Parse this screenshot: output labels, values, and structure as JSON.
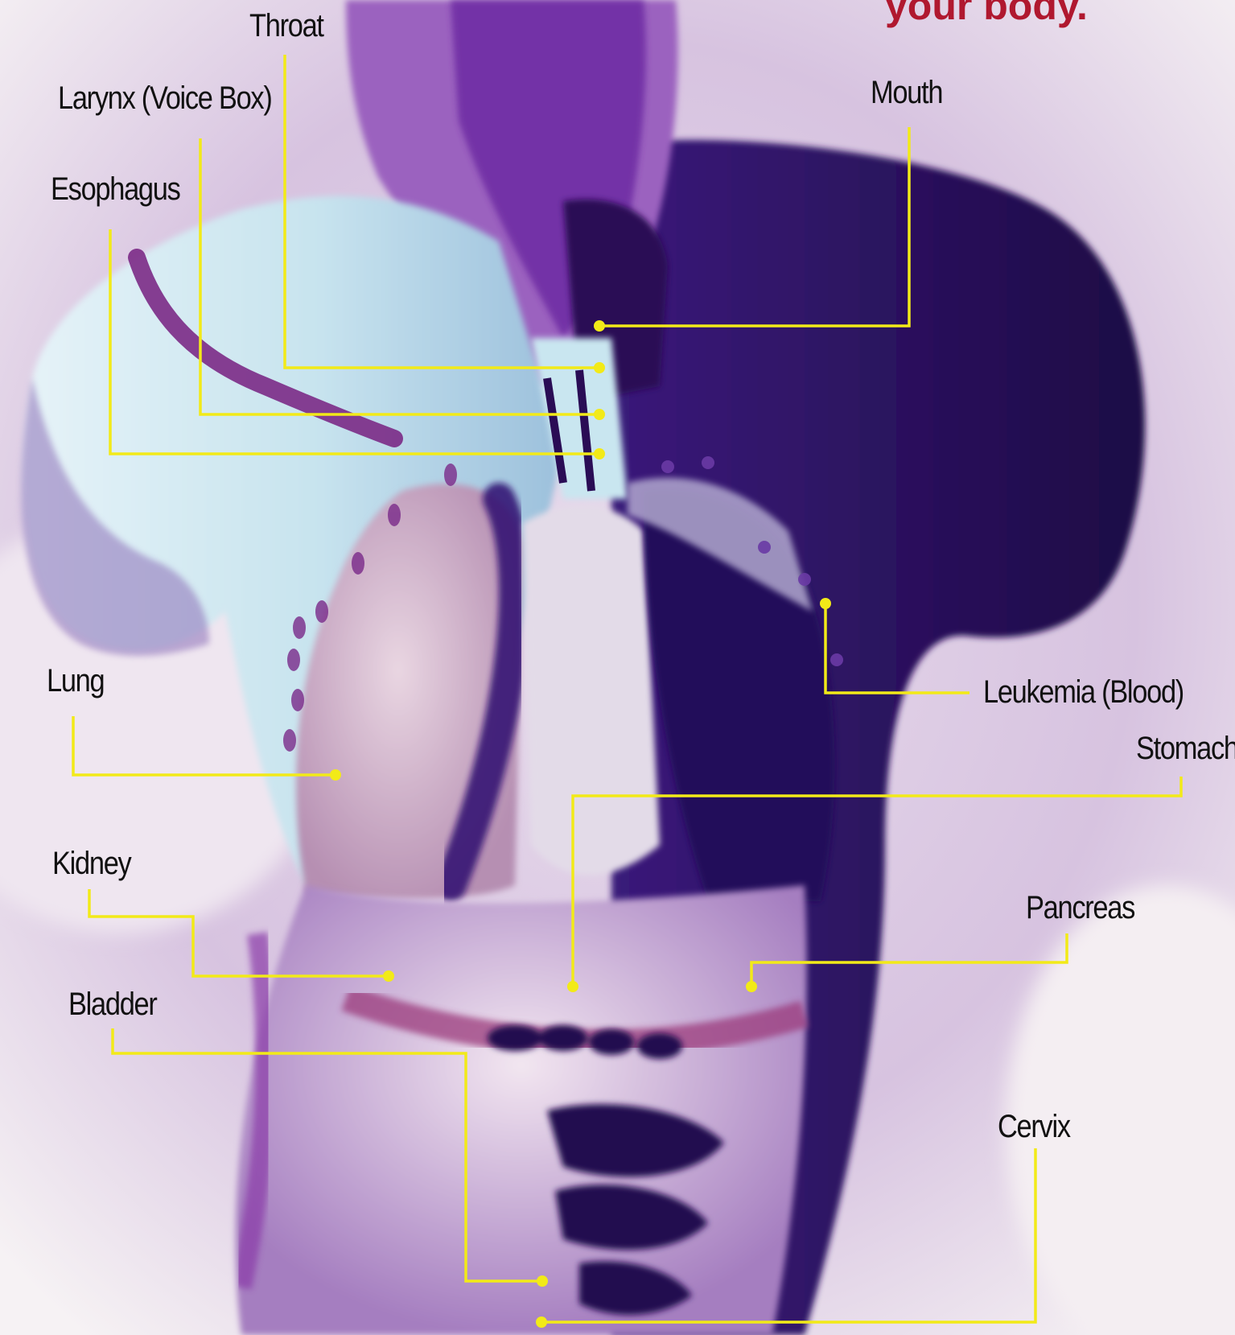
{
  "headline_fragment": "your body.",
  "colors": {
    "callout_line": "#f2ea18",
    "label_text": "#111111",
    "headline": "#b0182f",
    "figure_dark": "#2a0e5e",
    "figure_purple": "#7a3db3",
    "figure_light": "#d9eef5"
  },
  "labels": {
    "throat": "Throat",
    "larynx": "Larynx (Voice Box)",
    "esophagus": "Esophagus",
    "mouth": "Mouth",
    "lung": "Lung",
    "leukemia": "Leukemia (Blood)",
    "stomach": "Stomach",
    "kidney": "Kidney",
    "pancreas": "Pancreas",
    "bladder": "Bladder",
    "cervix": "Cervix"
  }
}
